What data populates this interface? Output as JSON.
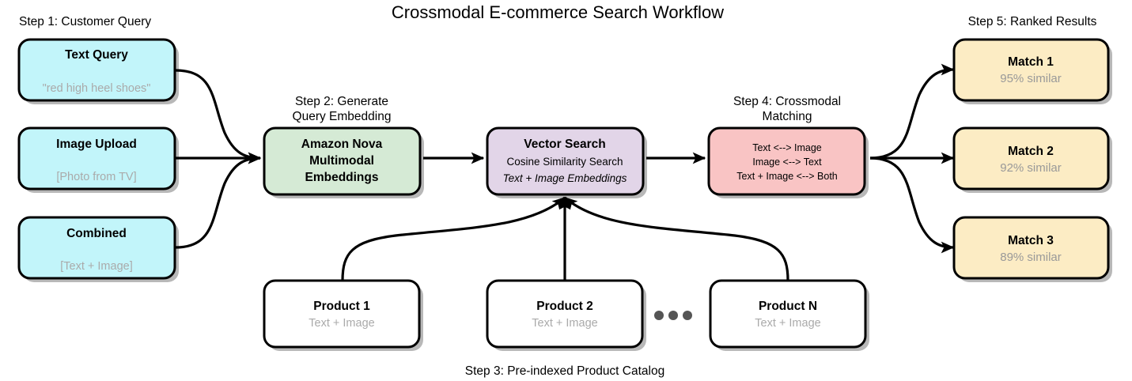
{
  "title": "Crossmodal E-commerce Search Workflow",
  "captions": {
    "step1": "Step 1: Customer Query",
    "step2_line1": "Step 2: Generate",
    "step2_line2": "Query Embedding",
    "step3": "Step 3: Pre-indexed Product Catalog",
    "step4_line1": "Step 4: Crossmodal",
    "step4_line2": "Matching",
    "step5": "Step 5: Ranked Results"
  },
  "colors": {
    "query_fill": "#c2f5fa",
    "embedding_fill": "#d5ead5",
    "vector_fill": "#e2d5e8",
    "matching_fill": "#f9c4c4",
    "result_fill": "#fcecc4",
    "product_fill": "#ffffff",
    "stroke": "#000000",
    "muted_text": "#aaaaaa"
  },
  "inputs": [
    {
      "title": "Text Query",
      "sub": "\"red high heel shoes\""
    },
    {
      "title": "Image Upload",
      "sub": "[Photo from TV]"
    },
    {
      "title": "Combined",
      "sub": "[Text + Image]"
    }
  ],
  "embedding": {
    "line1": "Amazon Nova",
    "line2": "Multimodal",
    "line3": "Embeddings"
  },
  "vector_search": {
    "title": "Vector Search",
    "line2": "Cosine Similarity Search",
    "line3": "Text + Image Embeddings"
  },
  "matching": {
    "line1": "Text <--> Image",
    "line2": "Image <--> Text",
    "line3": "Text + Image <--> Both"
  },
  "results": [
    {
      "title": "Match 1",
      "sub": "95% similar"
    },
    {
      "title": "Match 2",
      "sub": "92% similar"
    },
    {
      "title": "Match 3",
      "sub": "89% similar"
    }
  ],
  "products": [
    {
      "title": "Product 1",
      "sub": "Text + Image"
    },
    {
      "title": "Product 2",
      "sub": "Text + Image"
    },
    {
      "title": "Product N",
      "sub": "Text + Image"
    }
  ],
  "ellipsis": "• • •"
}
